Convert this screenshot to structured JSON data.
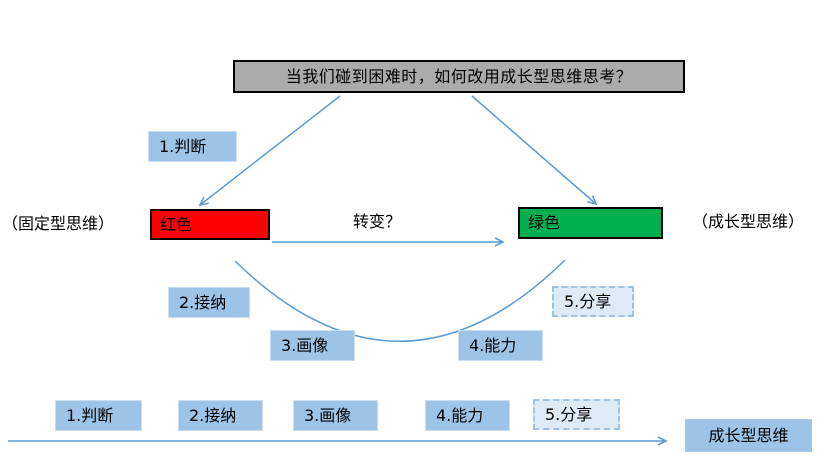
{
  "diagram": {
    "question": "当我们碰到困难时，如何改用成长型思维思考？",
    "fixed_mindset_label": "（固定型思维）",
    "growth_mindset_label": "（成长型思维）",
    "red_node": "红色",
    "green_node": "绿色",
    "transition_label": "转变？",
    "curve_steps": {
      "step1": "1.判断",
      "step2": "2.接纳",
      "step3": "3.画像",
      "step4": "4.能力",
      "step5": "5.分享"
    },
    "timeline_steps": [
      "1.判断",
      "2.接纳",
      "3.画像",
      "4.能力",
      "5.分享"
    ],
    "timeline_result": "成长型思维"
  },
  "colors": {
    "question_fill": "#ABABAB",
    "red_fill": "#FF0000",
    "green_fill": "#00B050",
    "step_fill": "#9DC3E6",
    "step5_fill": "#DEEAF6",
    "step5_border": "#9DC3E6",
    "result_fill": "#9DC3E6",
    "arrow": "#5B9BD5"
  }
}
